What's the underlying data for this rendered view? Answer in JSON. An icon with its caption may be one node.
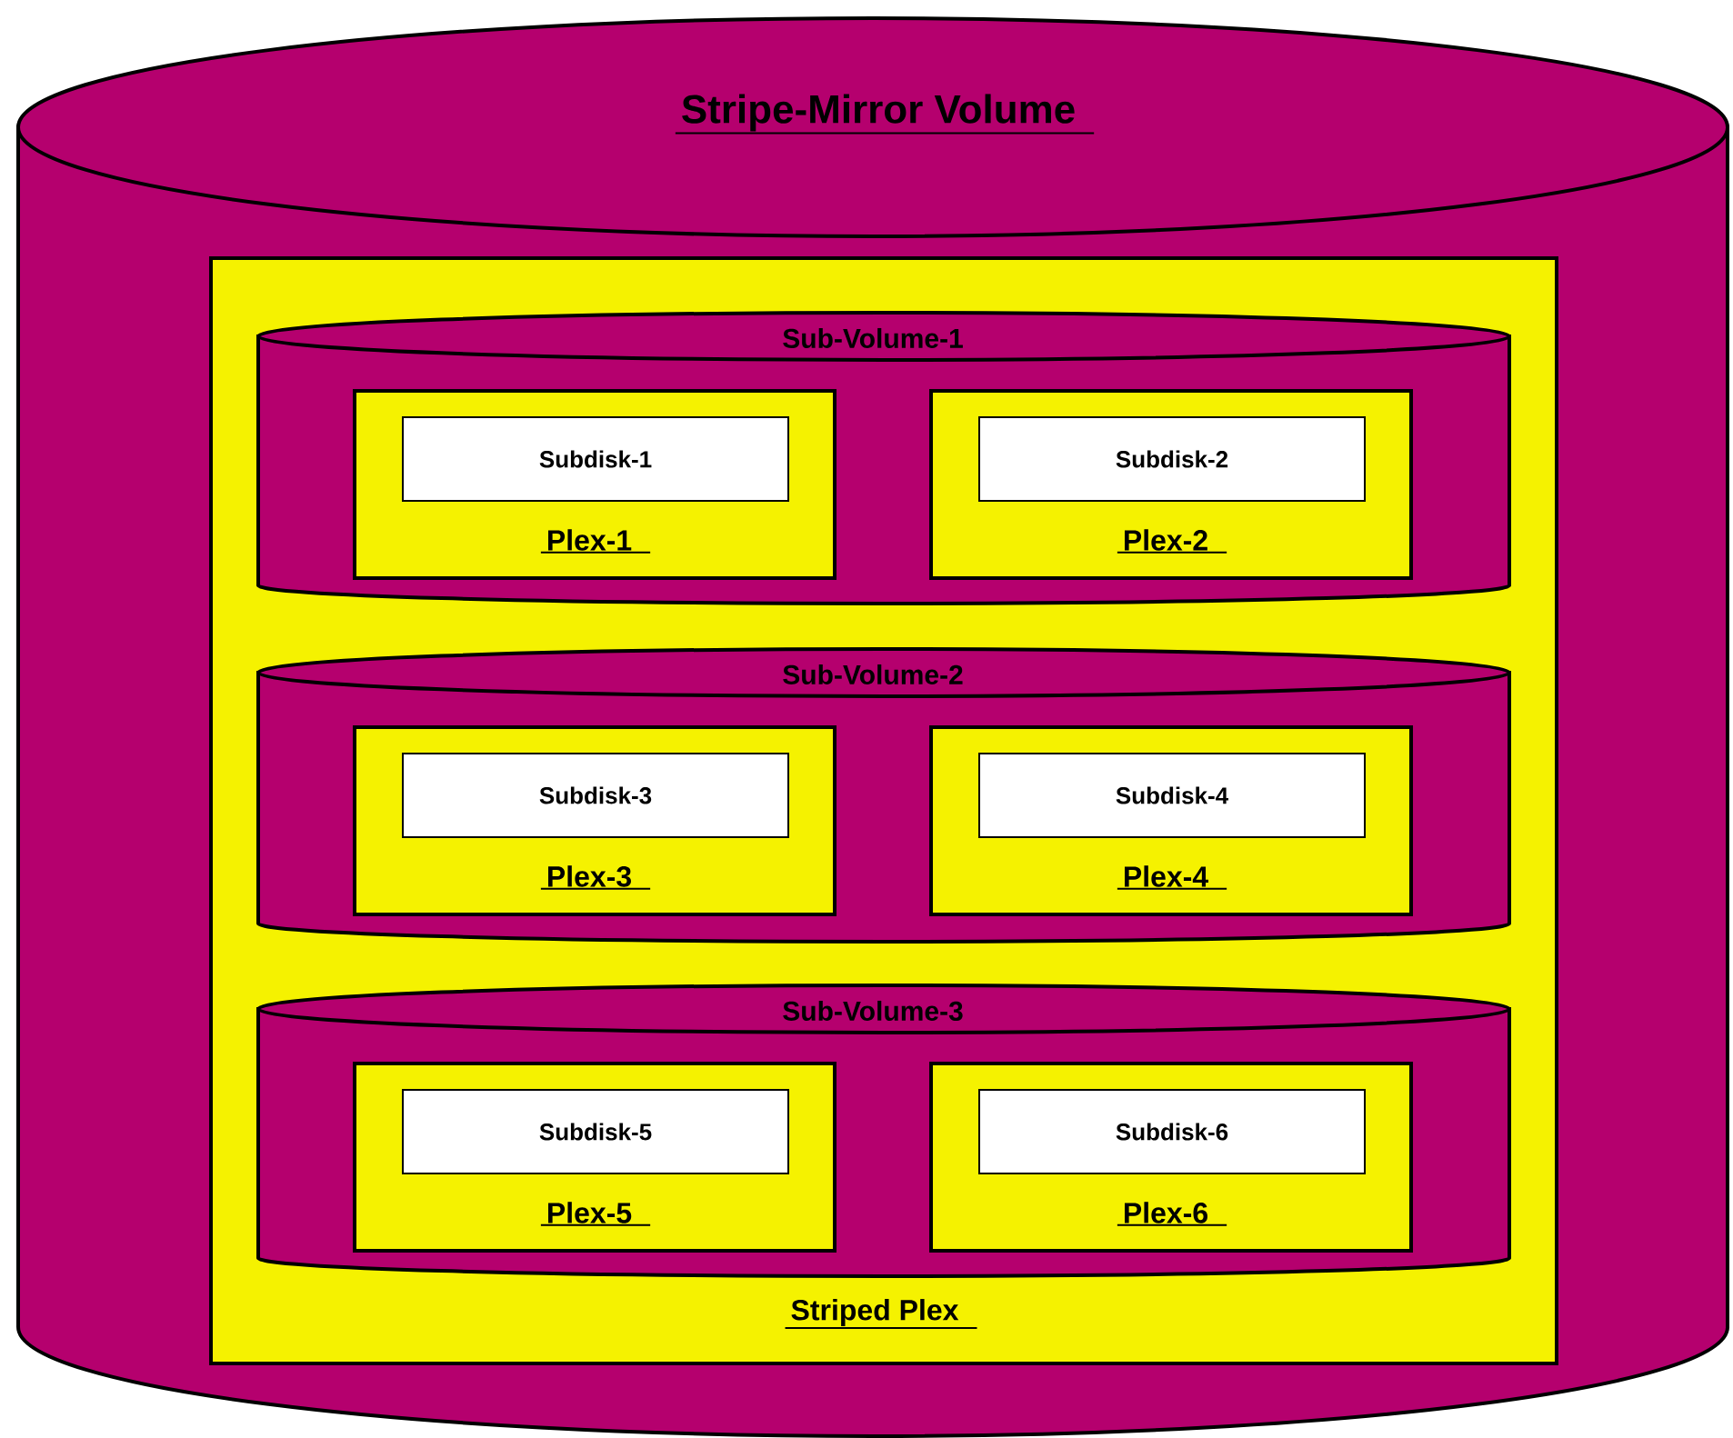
{
  "diagram": {
    "nodes": [
      {
        "text": [
          "Stripe-Mirror Volume"
        ]
      },
      {
        "text": [
          "Striped Plex"
        ],
        "in": 0
      },
      {
        "text": [
          "Sub-Volume-1"
        ],
        "in": 1
      },
      {
        "text": [
          "Plex-1"
        ],
        "in": 2
      },
      {
        "text": [
          "Subdisk-1"
        ],
        "in": 3
      },
      {
        "text": [
          "Plex-2"
        ],
        "in": 2
      },
      {
        "text": [
          "Subdisk-2"
        ],
        "in": 5
      },
      {
        "text": [
          "Sub-Volume-2"
        ],
        "in": 1
      },
      {
        "text": [
          "Plex-3"
        ],
        "in": 7
      },
      {
        "text": [
          "Subdisk-3"
        ],
        "in": 8
      },
      {
        "text": [
          "Plex-4"
        ],
        "in": 7
      },
      {
        "text": [
          "Subdisk-4"
        ],
        "in": 10
      },
      {
        "text": [
          "Sub-Volume-3"
        ],
        "in": 1
      },
      {
        "text": [
          "Plex-5"
        ],
        "in": 12
      },
      {
        "text": [
          "Subdisk-5"
        ],
        "in": 13
      },
      {
        "text": [
          "Plex-6"
        ],
        "in": 12
      },
      {
        "text": [
          "Subdisk-6"
        ],
        "in": 15
      }
    ]
  }
}
